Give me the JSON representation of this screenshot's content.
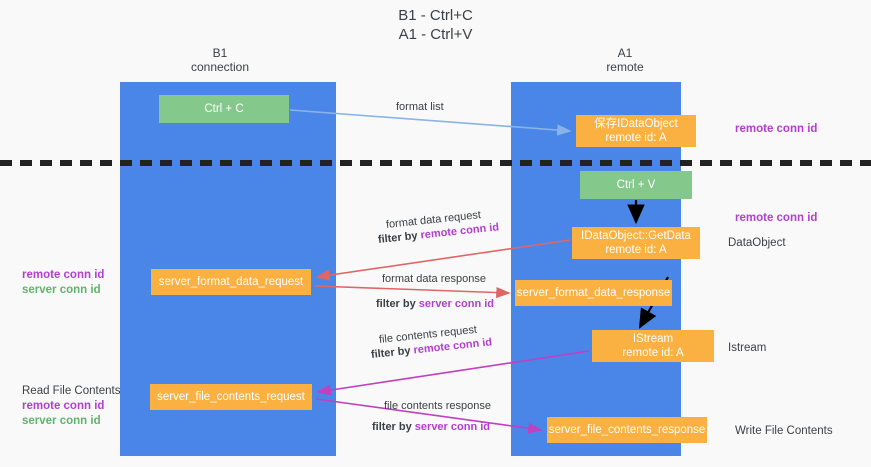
{
  "title": {
    "line1": "B1 - Ctrl+C",
    "line2": "A1 - Ctrl+V"
  },
  "columns": {
    "left": {
      "name": "B1",
      "role": "connection"
    },
    "right": {
      "name": "A1",
      "role": "remote"
    }
  },
  "colors": {
    "lane": "#4a86e8",
    "green_box": "#84c98b",
    "orange_box": "#fbb042",
    "purple_text": "#b23fd0",
    "green_text": "#62b36c",
    "blue_arrow": "#8ab4e8",
    "red_arrow": "#e06666",
    "magenta_arrow": "#c13fc1",
    "black_arrow": "#000000",
    "background": "#f9f9f9"
  },
  "boxes": {
    "ctrl_c": {
      "label": "Ctrl + C"
    },
    "idataobject": {
      "line1": "保存IDataObject",
      "line2": "remote id: A"
    },
    "ctrl_v": {
      "label": "Ctrl + V"
    },
    "getdata": {
      "line1": "IDataObject::GetData",
      "line2": "remote id: A"
    },
    "server_format_data_request": {
      "label": "server_format_data_request"
    },
    "server_format_data_response": {
      "label": "server_format_data_response"
    },
    "istream": {
      "line1": "IStream",
      "line2": "remote id: A"
    },
    "server_file_contents_request": {
      "label": "server_file_contents_request"
    },
    "server_file_contents_response": {
      "label": "server_file_contents_response"
    }
  },
  "annotations": {
    "remote_conn_id_top": "remote conn id",
    "remote_conn_id_mid": "remote conn id",
    "data_object": "DataObject",
    "istream": "Istream",
    "write_file_contents": "Write File Contents",
    "read_file_contents": "Read File Contents",
    "remote_conn_id": "remote conn id",
    "server_conn_id": "server conn id"
  },
  "edge_labels": {
    "format_list": "format list",
    "format_data_request": "format data request",
    "filter_by_remote_prefix": "filter by ",
    "filter_by_remote_value": "remote conn id",
    "format_data_response": "format data response",
    "filter_by_server_prefix": "filter by ",
    "filter_by_server_value": "server conn id",
    "file_contents_request": "file contents request",
    "file_contents_response": "file contents response"
  }
}
